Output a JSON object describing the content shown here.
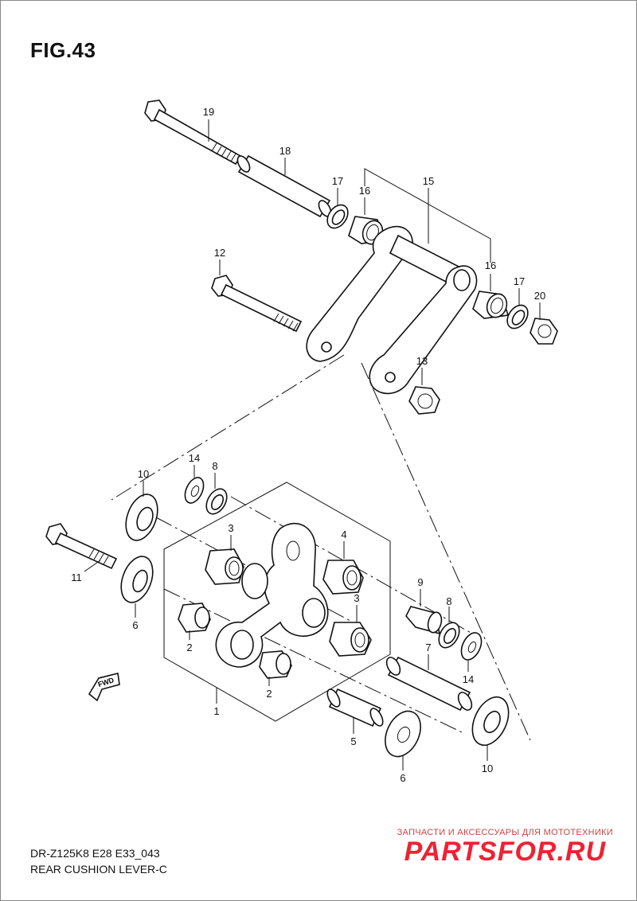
{
  "figure": {
    "title": "FIG.43",
    "model_code": "DR-Z125K8 E28 E33_043",
    "subtitle": "REAR CUSHION LEVER-C"
  },
  "watermark": {
    "tagline": "ЗАПЧАСТИ И АКСЕССУАРЫ ДЛЯ МОТОТЕХНИКИ",
    "logo": "PARTSFOR.RU"
  },
  "fwd_label": "FWD",
  "callouts": {
    "c19": "19",
    "c18": "18",
    "c17a": "17",
    "c16a": "16",
    "c15": "15",
    "c12": "12",
    "c16b": "16",
    "c17b": "17",
    "c20": "20",
    "c13": "13",
    "c10a": "10",
    "c14a": "14",
    "c8a": "8",
    "c3a": "3",
    "c4": "4",
    "c11": "11",
    "c6a": "6",
    "c2a": "2",
    "c9": "9",
    "c8b": "8",
    "c3b": "3",
    "c7": "7",
    "c14b": "14",
    "c2b": "2",
    "c1": "1",
    "c5": "5",
    "c6b": "6",
    "c10b": "10"
  }
}
